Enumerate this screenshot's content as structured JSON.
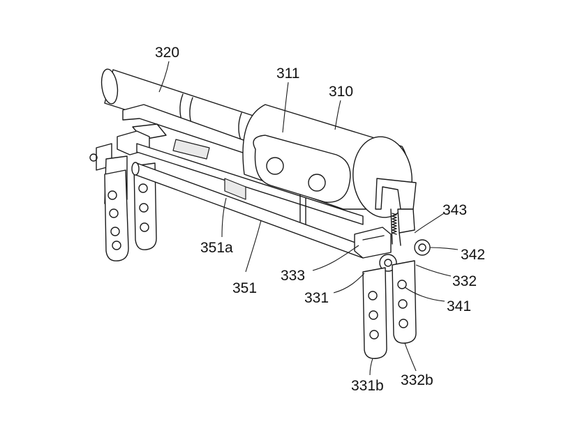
{
  "labels": {
    "l320": "320",
    "l311": "311",
    "l310": "310",
    "l343": "343",
    "l342": "342",
    "l332": "332",
    "l341": "341",
    "l333": "333",
    "l331": "331",
    "l351a": "351a",
    "l351": "351",
    "l331b": "331b",
    "l332b": "332b"
  }
}
